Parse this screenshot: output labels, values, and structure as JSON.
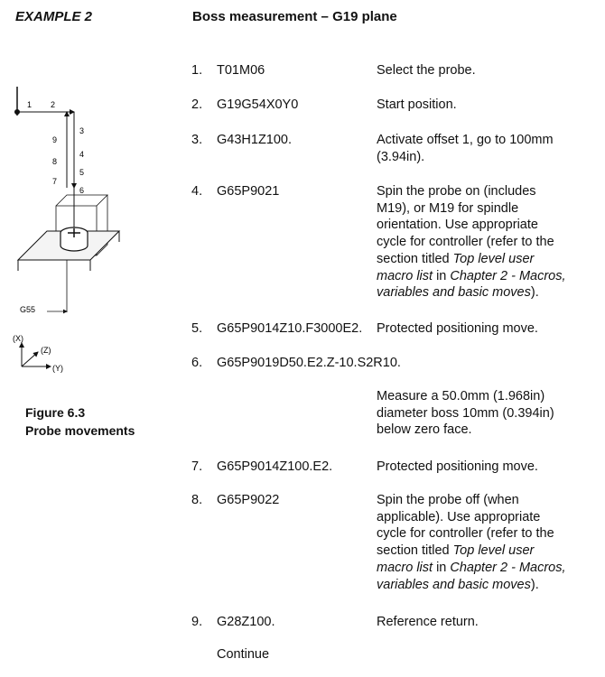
{
  "header": {
    "example_label": "EXAMPLE 2",
    "title": "Boss measurement – G19 plane"
  },
  "figure": {
    "path_labels": [
      "1",
      "2",
      "3",
      "4",
      "5",
      "6",
      "7",
      "8",
      "9"
    ],
    "datum_label": "G55",
    "axis_x": "(X)",
    "axis_z": "(Z)",
    "axis_y": "(Y)",
    "caption_line1": "Figure 6.3",
    "caption_line2": "Probe movements"
  },
  "steps": [
    {
      "num": "1.",
      "code": "T01M06",
      "desc": [
        "Select the probe."
      ]
    },
    {
      "num": "2.",
      "code": "G19G54X0Y0",
      "desc": [
        "Start position."
      ]
    },
    {
      "num": "3.",
      "code": "G43H1Z100.",
      "desc": [
        "Activate offset 1, go to 100mm",
        "(3.94in)."
      ]
    },
    {
      "num": "4.",
      "code": "G65P9021",
      "desc": [
        "Spin the probe on (includes",
        "M19), or M19 for spindle",
        "orientation. Use appropriate",
        "cycle for controller (refer to the",
        "section titled Top level user",
        "macro list in Chapter 2 - Macros,",
        "variables and basic moves)."
      ]
    },
    {
      "num": "5.",
      "code": "G65P9014Z10.F3000E2.",
      "desc": [
        "Protected positioning move."
      ]
    },
    {
      "num": "6.",
      "code": "G65P9019D50.E2.Z-10.S2R10.",
      "desc": []
    },
    {
      "num": "",
      "code": "",
      "desc": [
        "Measure a 50.0mm (1.968in)",
        "diameter boss 10mm (0.394in)",
        "below zero face."
      ]
    },
    {
      "num": "7.",
      "code": "G65P9014Z100.E2.",
      "desc": [
        "Protected positioning move."
      ]
    },
    {
      "num": "8.",
      "code": "G65P9022",
      "desc": [
        "Spin the probe off (when",
        "applicable). Use appropriate",
        "cycle for controller (refer to the",
        "section titled Top level user",
        "macro list in Chapter 2 - Macros,",
        "variables and basic moves)."
      ]
    },
    {
      "num": "9.",
      "code": "G28Z100.",
      "desc": [
        "Reference return."
      ]
    }
  ],
  "continue_label": "Continue"
}
